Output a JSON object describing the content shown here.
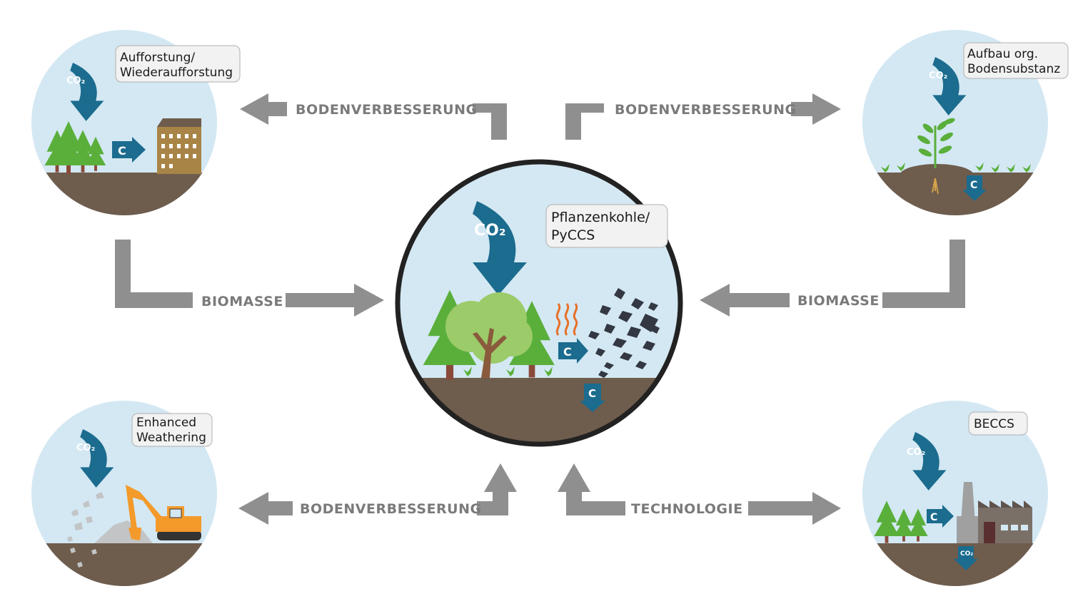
{
  "colors": {
    "sky": "#d3e8f3",
    "soil": "#6e5c4d",
    "arrow_gray": "#8f8f8f",
    "co2_blue": "#1b6c8e",
    "tree_green": "#5aaf3b",
    "outline_black": "#222222",
    "heat_orange": "#e8702a",
    "excavator_orange": "#f39a2b",
    "building_brown": "#a88447"
  },
  "center": {
    "label_line1": "Pflanzenkohle/",
    "label_line2": "PyCCS",
    "co2": "CO₂",
    "c_right": "C",
    "c_down": "C"
  },
  "scenes": {
    "top_left": {
      "label_line1": "Aufforstung/",
      "label_line2": "Wiederaufforstung",
      "co2": "CO₂",
      "c": "C"
    },
    "top_right": {
      "label_line1": "Aufbau org.",
      "label_line2": "Bodensubstanz",
      "co2": "CO₂",
      "c": "C"
    },
    "bottom_left": {
      "label_line1": "Enhanced",
      "label_line2": "Weathering",
      "co2": "CO₂"
    },
    "bottom_right": {
      "label_line1": "BECCS",
      "co2": "CO₂",
      "c": "C",
      "co2_down": "CO₂"
    }
  },
  "connectors": {
    "top_left": "BODENVERBESSERUNG",
    "top_right": "BODENVERBESSERUNG",
    "mid_left": "BIOMASSE",
    "mid_right": "BIOMASSE",
    "bottom_left": "BODENVERBESSERUNG",
    "bottom_right": "TECHNOLOGIE"
  }
}
